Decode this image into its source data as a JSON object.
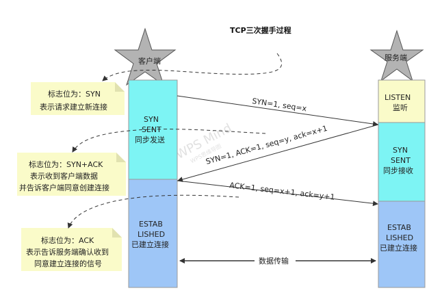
{
  "title": "TCP三次握手过程",
  "client": {
    "label": "客户端",
    "states": [
      {
        "lines": [
          "SYN",
          "SENT",
          "同步发送"
        ],
        "color": "#7df4f4"
      },
      {
        "lines": [
          "ESTAB",
          "LISHED",
          "已建立连接"
        ],
        "color": "#9ec6f7"
      }
    ]
  },
  "server": {
    "label": "服务端",
    "states": [
      {
        "lines": [
          "LISTEN",
          "监听"
        ],
        "color": "#fafbc9"
      },
      {
        "lines": [
          "SYN",
          "SENT",
          "同步接收"
        ],
        "color": "#7df4f4"
      },
      {
        "lines": [
          "ESTAB",
          "LISHED",
          "已建立连接"
        ],
        "color": "#9ec6f7"
      }
    ]
  },
  "messages": [
    {
      "label": "SYN=1, seq=x"
    },
    {
      "label": "SYN=1, ACK=1, seq=y, ack=x+1"
    },
    {
      "label": "ACK=1, seq=x+1, ack=y+1"
    }
  ],
  "transfer_label": "数据传输",
  "notes": [
    {
      "lines": [
        "标志位为：SYN",
        "表示请求建立新连接"
      ]
    },
    {
      "lines": [
        "标志位为：SYN+ACK",
        "表示收到客户端数据",
        "并告诉客户端同意创建连接"
      ]
    },
    {
      "lines": [
        "标志位为：ACK",
        "表示告诉服务端确认收到",
        "同意建立连接的信号"
      ]
    }
  ],
  "watermark": {
    "main": "WPS Mind",
    "sub": "WPS思维导图"
  },
  "colors": {
    "note_bg": "#fafbc9",
    "star_fill": "#b3b3b3",
    "star_stroke": "#555555",
    "line": "#333333"
  }
}
